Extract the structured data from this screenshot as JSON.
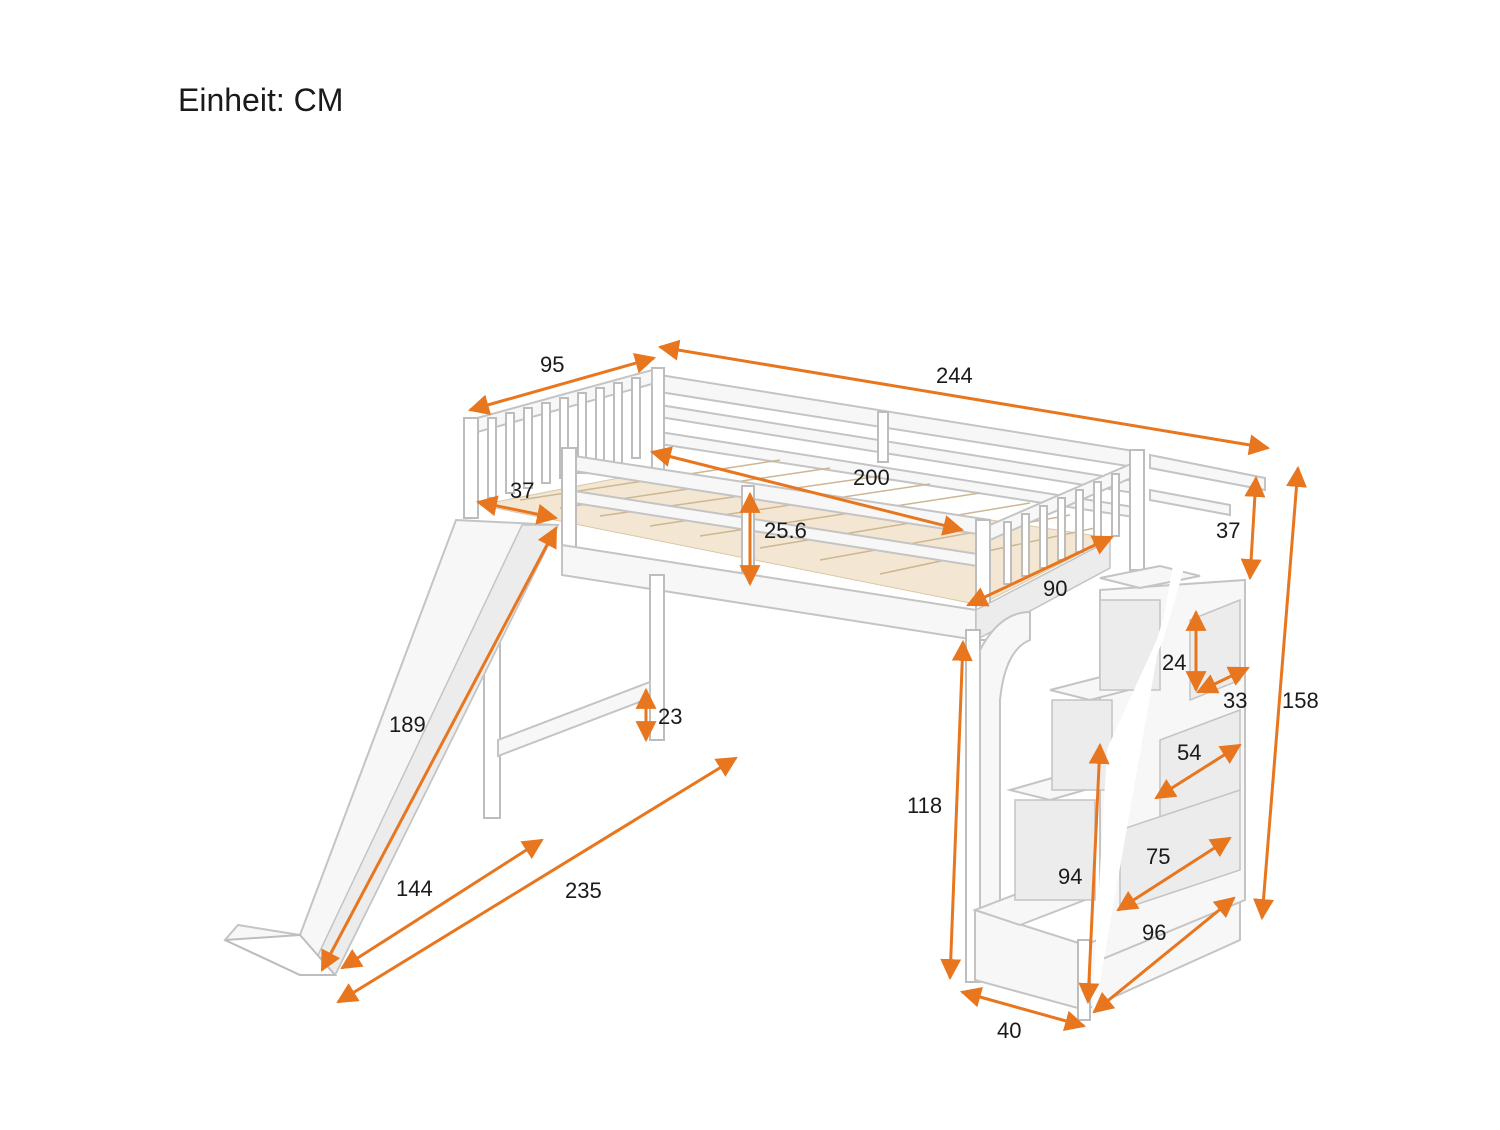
{
  "unit_label": "Einheit: CM",
  "accent_color": "#e8761e",
  "dimensions": {
    "width_95": "95",
    "length_244": "244",
    "inner_length_200": "200",
    "step_depth_37": "37",
    "rail_height_25_6": "25.6",
    "right_rail_37": "37",
    "inner_width_90": "90",
    "step_24": "24",
    "step_33": "33",
    "total_height_158": "158",
    "slide_189": "189",
    "leg_gap_23": "23",
    "step_54": "54",
    "clearance_118": "118",
    "step_75": "75",
    "stair_94": "94",
    "slide_base_144": "144",
    "total_length_235": "235",
    "stair_width_96": "96",
    "stair_depth_40": "40"
  }
}
